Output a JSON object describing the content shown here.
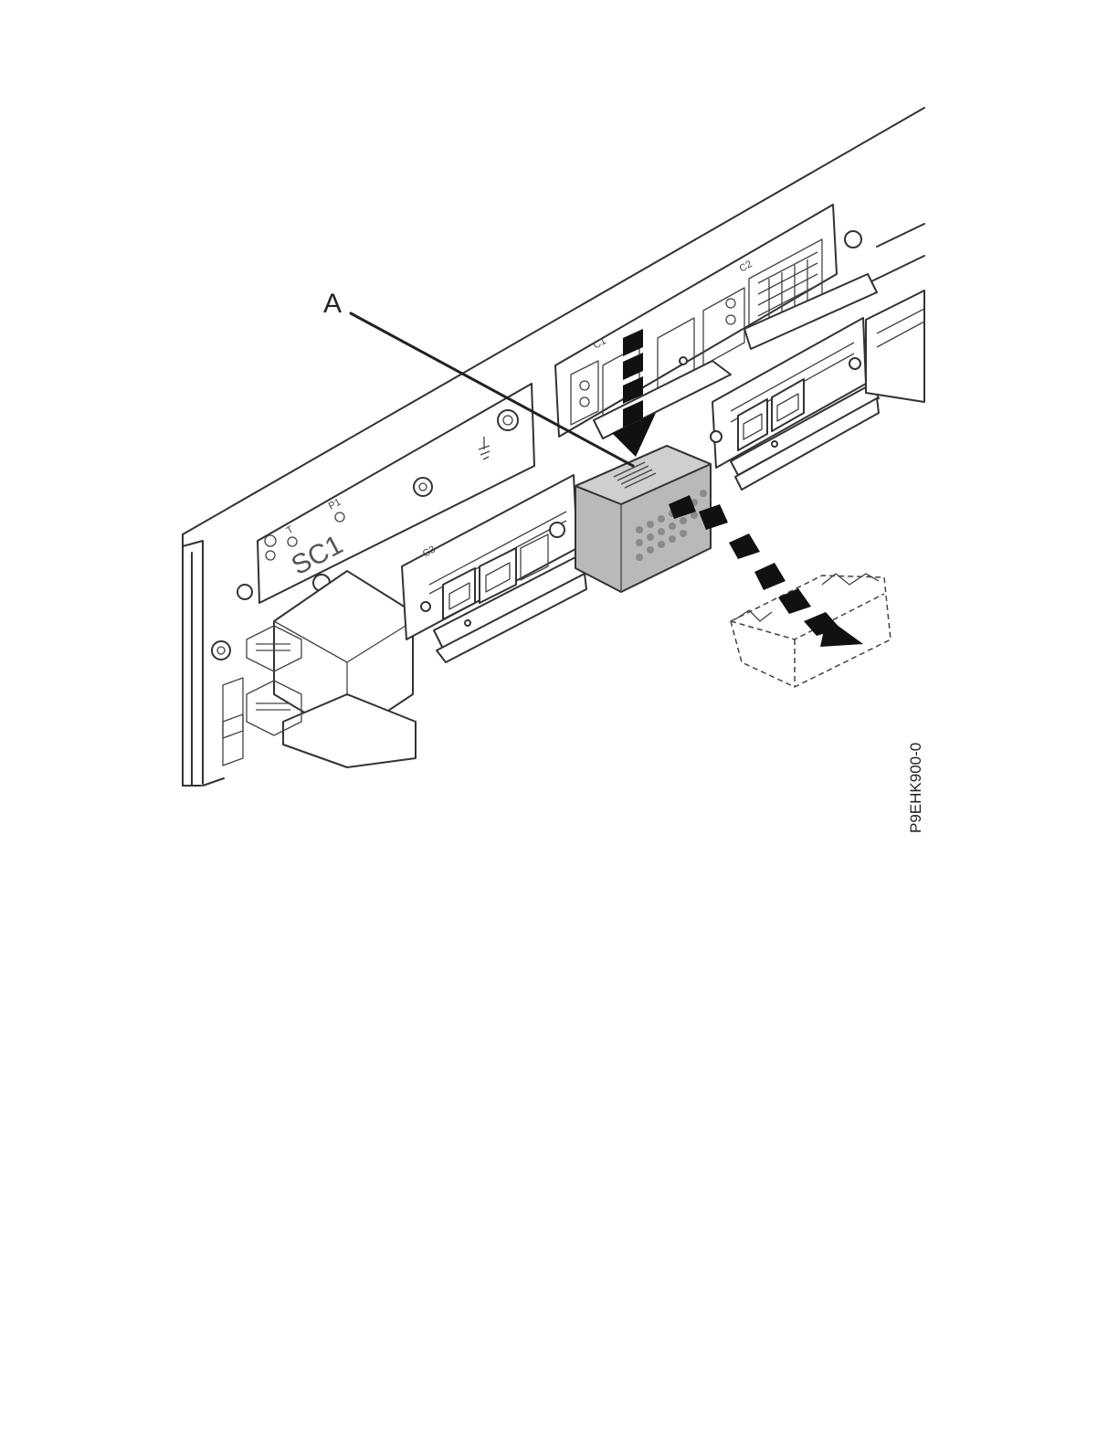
{
  "figure": {
    "callout": "A",
    "figure_id": "P9EHK900-0",
    "panel_label": "SC1",
    "slot_labels": [
      "C1",
      "C2",
      "C3",
      "P1",
      "T"
    ]
  },
  "colors": {
    "line": "#333333",
    "cover_fill": "#b9b9b9",
    "arrow_fill": "#111111",
    "background": "#ffffff"
  }
}
